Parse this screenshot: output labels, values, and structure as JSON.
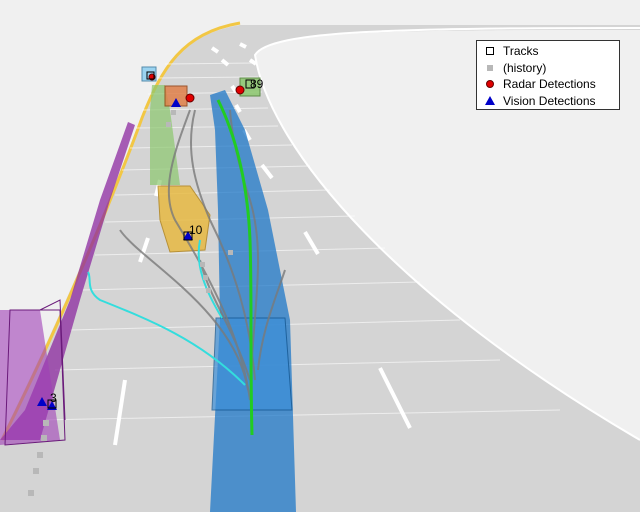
{
  "legend": {
    "tracks": "Tracks",
    "history": "(history)",
    "radar": "Radar Detections",
    "vision": "Vision Detections"
  },
  "track_ids": {
    "t89": "89",
    "t10": "10",
    "t3": "3"
  },
  "colors": {
    "background": "#f0f0f0",
    "road": "#d4d4d4",
    "lane_marking": "#ffffff",
    "road_edge": "#f2c744",
    "track_blue": "#1f78c8",
    "track_purple": "#8c2aa0",
    "track_yellow": "#e8b83a",
    "track_green": "#8cc86e",
    "track_orange": "#e0804a",
    "track_lightblue": "#8ccff0",
    "path_green": "#22cc22",
    "path_cyan": "#33dddd",
    "radar": "#e00000",
    "vision": "#0000c8"
  }
}
